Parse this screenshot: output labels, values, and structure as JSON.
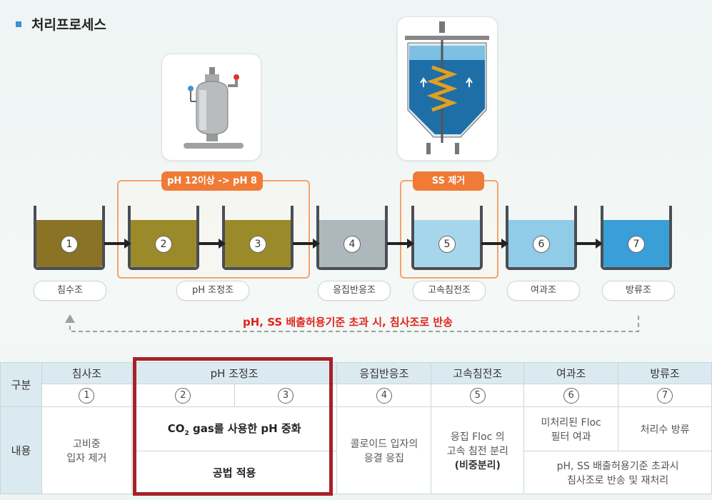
{
  "title": "처리프로세스",
  "groups": {
    "ph_badge": "pH 12이상 -> pH 8",
    "ss_badge": "SS 제거"
  },
  "tanks": [
    {
      "num": "1",
      "color": "#8a7325"
    },
    {
      "num": "2",
      "color": "#9a8a2a"
    },
    {
      "num": "3",
      "color": "#9a8a2a"
    },
    {
      "num": "4",
      "color": "#aeb8bc"
    },
    {
      "num": "5",
      "color": "#a6d6ec"
    },
    {
      "num": "6",
      "color": "#90cbe8"
    },
    {
      "num": "7",
      "color": "#3a9fd6"
    }
  ],
  "labels": [
    "침수조",
    "pH 조정조",
    "응집반응조",
    "고속침전조",
    "여과조",
    "방류조"
  ],
  "return_note": "pH, SS 배출허용기준 초과 시, 침사조로 반송",
  "table": {
    "row_gubun": "구분",
    "row_content": "내용",
    "headers": [
      "침사조",
      "pH 조정조",
      "응집반응조",
      "고속침전조",
      "여과조",
      "방류조"
    ],
    "nums": [
      "1",
      "2",
      "3",
      "4",
      "5",
      "6",
      "7"
    ],
    "c1": [
      "고비중",
      "입자 제거"
    ],
    "c2_top_pre": "CO",
    "c2_top_sub": "2",
    "c2_top_post": " gas를 사용한 pH 중화",
    "c2_bottom": "공법 적용",
    "c4": [
      "콜로이드 입자의",
      "응결 응집"
    ],
    "c5": [
      "응집 Floc 의",
      "고속 침전 분리"
    ],
    "c5_note": "(비중분리)",
    "c6": [
      "미처리된 Floc",
      "필터 여과"
    ],
    "c7": "처리수 방류",
    "c67": [
      "pH, SS 배출허용기준 초과시",
      "침사조로 반송 및 재처리"
    ]
  }
}
